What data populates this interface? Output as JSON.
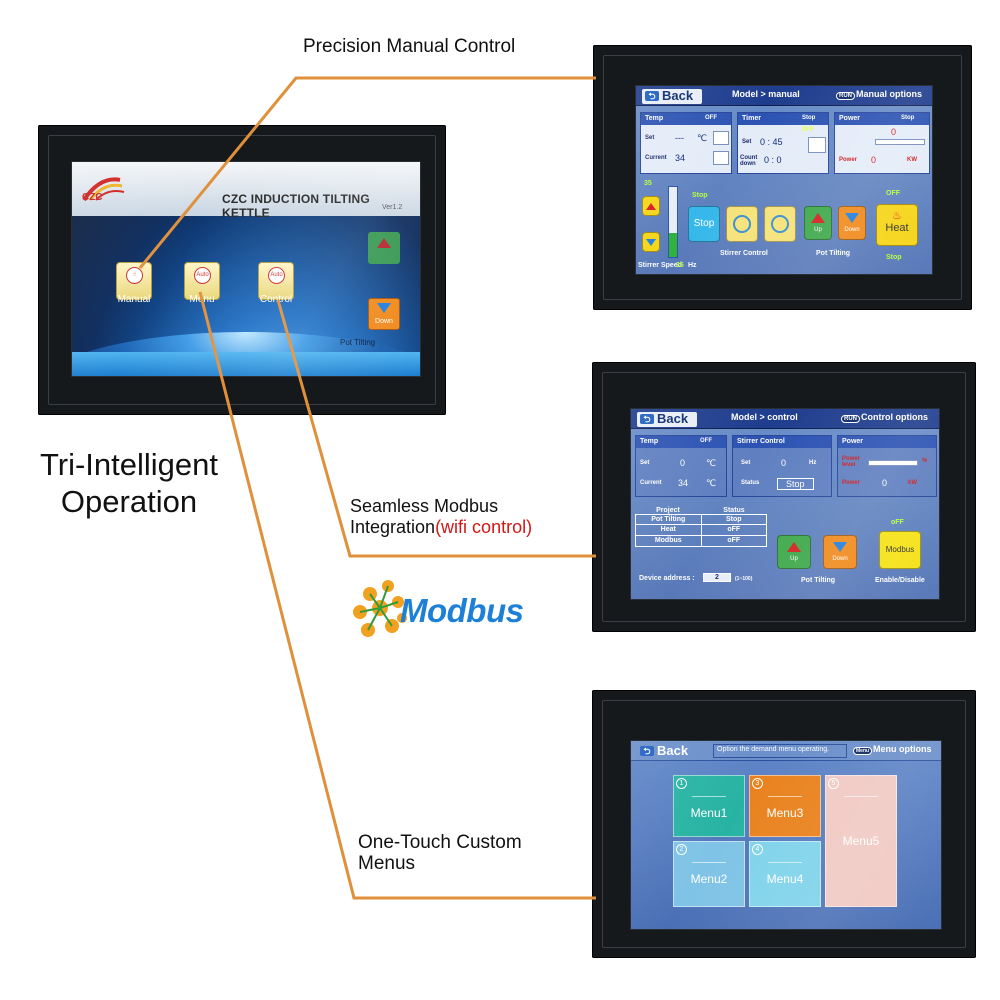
{
  "callouts": {
    "precision": "Precision Manual Control",
    "modbus_line1": "Seamless Modbus",
    "modbus_line2": "Integration",
    "modbus_red": "(wifi control)",
    "menus_line1": "One-Touch Custom",
    "menus_line2": "Menus"
  },
  "headline": {
    "line1": "Tri-Intelligent",
    "line2": "Operation"
  },
  "modbus_logo": "Modbus",
  "colors": {
    "leader": "#e0903a",
    "bezel": "#16191c",
    "panel_blue": "#5878b8"
  },
  "home": {
    "brand": "CZC",
    "title": "CZC INDUCTION TILTING KETTLE",
    "version": "Ver1.2",
    "buttons": [
      {
        "label": "Manual",
        "icon": "hand-icon",
        "badge": ""
      },
      {
        "label": "Menu",
        "icon": "auto-icon",
        "badge": "Auto"
      },
      {
        "label": "Control",
        "icon": "auto-icon",
        "badge": "Auto"
      }
    ],
    "down_label": "Down",
    "pot_tilting": "Pot Tilting"
  },
  "manual": {
    "back": "Back",
    "breadcrumb": "Model > manual",
    "options": "Manual options",
    "run_badge": "RUN",
    "temp": {
      "title": "Temp",
      "state": "OFF",
      "set_label": "Set",
      "set_value": "---",
      "unit": "℃",
      "current_label": "Current",
      "current_value": "34"
    },
    "timer": {
      "title": "Timer",
      "state": "Stop",
      "status": "OFF",
      "set_label": "Set",
      "set_value": "0 : 45",
      "countdown_label": "Count down",
      "countdown_value": "0 : 0"
    },
    "power": {
      "title": "Power",
      "state": "Stop",
      "set_value": "0",
      "label": "Power",
      "value": "0",
      "unit": "KW"
    },
    "speed_top": "35",
    "speed_label": "Stirrer Speed",
    "speed_value": "35",
    "speed_unit": "Hz",
    "stop_status": "Stop",
    "stop_btn": "Stop",
    "stirrer_control": "Stirrer Control",
    "up": "Up",
    "down": "Down",
    "pot_tilting": "Pot Tilting",
    "heat_status": "OFF",
    "heat_btn": "Heat",
    "heat_bottom": "Stop",
    "speed_level": 0.35
  },
  "control": {
    "back": "Back",
    "breadcrumb": "Model > control",
    "options": "Control options",
    "run_badge": "RUN",
    "temp": {
      "title": "Temp",
      "state": "OFF",
      "set_label": "Set",
      "set_value": "0",
      "unit": "℃",
      "current_label": "Current",
      "current_value": "34"
    },
    "stirrer": {
      "title": "Stirrer Control",
      "set_label": "Set",
      "set_value": "0",
      "unit": "Hz",
      "status_label": "Status",
      "status_value": "Stop"
    },
    "power": {
      "title": "Power",
      "label1": "Power level",
      "unit1": "%",
      "label2": "Power",
      "value": "0",
      "unit2": "kW"
    },
    "table": {
      "headers": [
        "Project",
        "Status"
      ],
      "rows": [
        [
          "Pot Tilting",
          "Stop"
        ],
        [
          "Heat",
          "oFF"
        ],
        [
          "Modbus",
          "oFF"
        ]
      ]
    },
    "address_label": "Device address :",
    "address_value": "2",
    "address_range": "(1~100)",
    "up": "Up",
    "down": "Down",
    "pot_tilting": "Pot Tilting",
    "modbus_status": "oFF",
    "modbus_btn": "Modbus",
    "enable": "Enable/Disable"
  },
  "menus": {
    "back": "Back",
    "prompt": "Option the demand menu operating.",
    "options": "Menu options",
    "badge": "Menu",
    "tiles": [
      {
        "no": "1",
        "label": "Menu1"
      },
      {
        "no": "2",
        "label": "Menu2"
      },
      {
        "no": "3",
        "label": "Menu3"
      },
      {
        "no": "4",
        "label": "Menu4"
      },
      {
        "no": "5",
        "label": "Menu5"
      }
    ]
  }
}
